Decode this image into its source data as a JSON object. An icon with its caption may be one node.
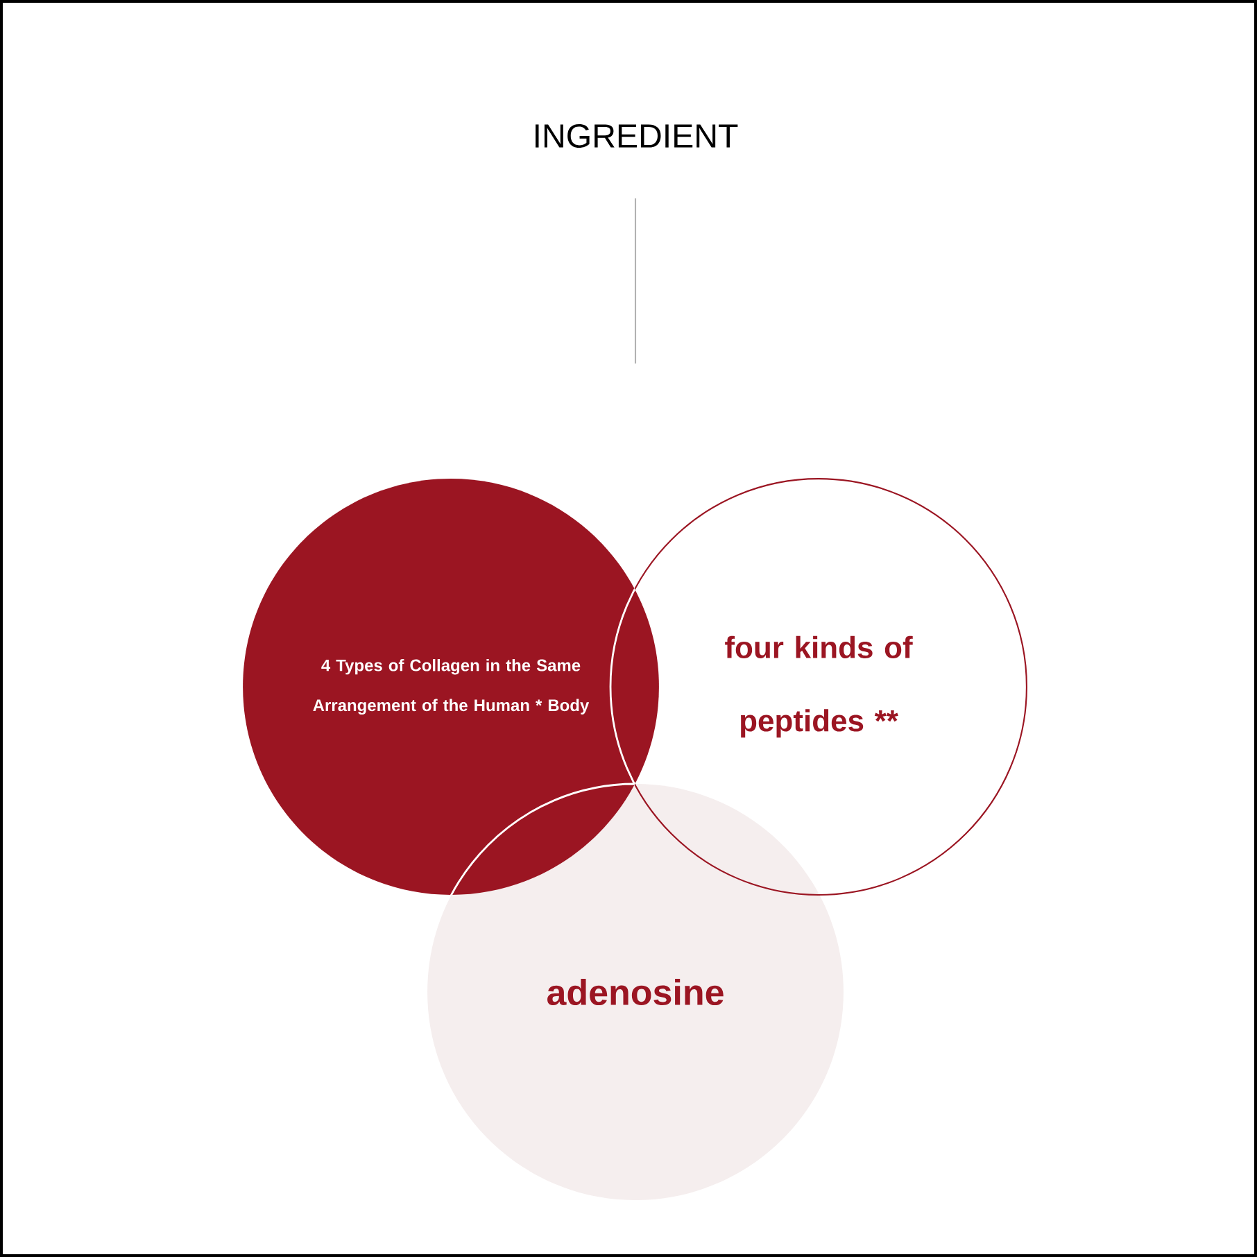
{
  "diagram": {
    "title": "INGREDIENT",
    "nodes": [
      {
        "text": [
          "4 Types of Collagen in the Same Arrangement of the Human * Body"
        ]
      },
      {
        "text": [
          "four kinds of peptides **"
        ]
      },
      {
        "text": [
          "adenosine"
        ]
      }
    ]
  }
}
